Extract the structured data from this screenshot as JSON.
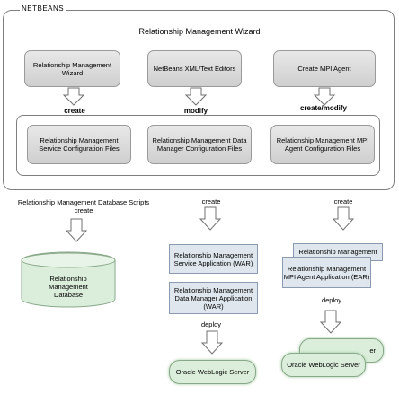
{
  "frame": {
    "label": "NETBEANS",
    "title": "Relationship Management Wizard"
  },
  "top_boxes": {
    "wizard": "Relationship Management Wizard",
    "editors": "NetBeans XML/Text Editors",
    "mpi": "Create MPI Agent"
  },
  "actions": {
    "create": "create",
    "modify": "modify",
    "create_modify": "create/modify"
  },
  "config_boxes": {
    "service": "Relationship Management Service Configuration Files",
    "data_manager": "Relationship Management Data Manager Configuration Files",
    "mpi_agent": "Relationship Management MPI Agent Configuration Files"
  },
  "lower": {
    "db_scripts": "Relationship Management Database Scripts create",
    "database": "Relationship Management Database",
    "create_mid": "create",
    "create_right": "create",
    "service_app": "Relationship Management Service Application (WAR)",
    "dm_app": "Relationship Management Data Manager Application (WAR)",
    "mpi_back": "Relationship Management",
    "mpi_app": "Relationship Management MPI Agent Application (EAR)",
    "deploy_mid": "deploy",
    "deploy_right": "deploy",
    "server_mid": "Oracle WebLogic Server",
    "server_back_fragment": "er",
    "server_right": "Oracle WebLogic Server"
  }
}
